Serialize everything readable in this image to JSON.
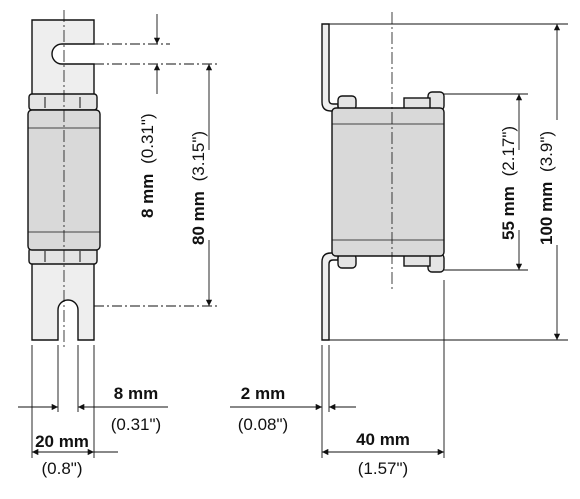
{
  "dimensions": {
    "slot_width": {
      "value": "8 mm",
      "inch": "(0.31\")"
    },
    "pitch": {
      "value": "80 mm",
      "inch": "(3.15\")"
    },
    "tab_spacing": {
      "value": "8 mm",
      "inch": "(0.31\")"
    },
    "blade_width": {
      "value": "20 mm",
      "inch": "(0.8\")"
    },
    "body_height": {
      "value": "55 mm",
      "inch": "(2.17\")"
    },
    "total_height": {
      "value": "100 mm",
      "inch": "(3.9\")"
    },
    "thickness": {
      "value": "2 mm",
      "inch": "(0.08\")"
    },
    "depth": {
      "value": "40 mm",
      "inch": "(1.57\")"
    }
  },
  "colors": {
    "outline": "#111111",
    "fuse_body": "#d9d9d9",
    "tab_fill": "#eeeeee",
    "background": "#ffffff"
  }
}
